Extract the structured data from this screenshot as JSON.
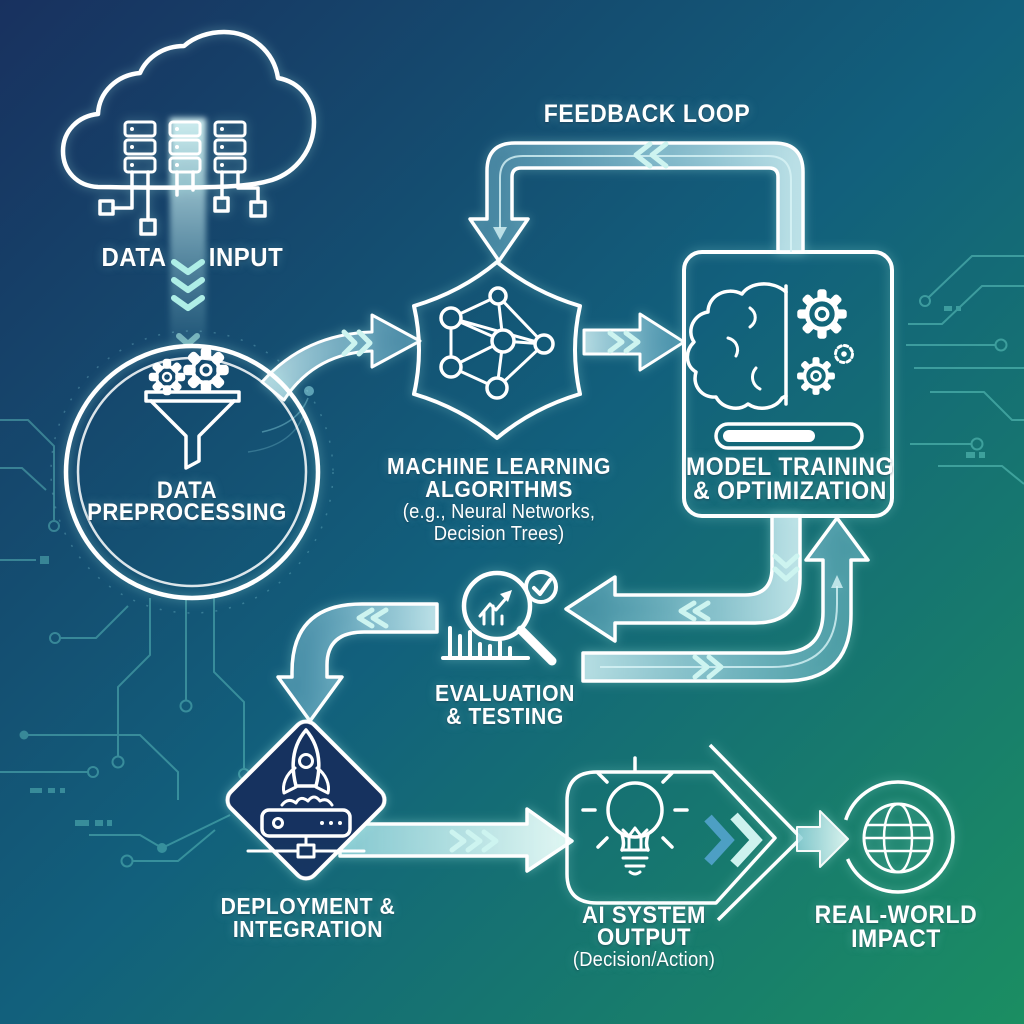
{
  "labels": {
    "data_input": {
      "left": "DATA",
      "right": "INPUT"
    },
    "feedback_loop": "FEEDBACK LOOP",
    "preprocessing": {
      "l1": "DATA",
      "l2": "PREPROCESSING"
    },
    "ml": {
      "l1": "MACHINE LEARNING",
      "l2": "ALGORITHMS",
      "l3": "(e.g., Neural Networks,",
      "l4": "Decision Trees)"
    },
    "model": {
      "l1": "MODEL TRAINING",
      "l2": "& OPTIMIZATION"
    },
    "evaluation": {
      "l1": "EVALUATION",
      "l2": "& TESTING"
    },
    "deployment": {
      "l1": "DEPLOYMENT &",
      "l2": "INTEGRATION"
    },
    "ai_output": {
      "l1": "AI SYSTEM",
      "l2": "OUTPUT",
      "l3": "(Decision/Action)"
    },
    "impact": {
      "l1": "REAL-WORLD",
      "l2": "IMPACT"
    }
  },
  "icons": {
    "data_input": "cloud-data-servers-icon",
    "preprocessing": "funnel-gears-icon",
    "ml_algorithms": "neural-network-icon",
    "model_training": "brain-gears-icon",
    "model_training_progress": "progress-bar",
    "evaluation": "magnifier-chart-check-icon",
    "deployment": "rocket-launch-icon",
    "ai_output": "lightbulb-icon",
    "impact": "globe-icon"
  },
  "colors": {
    "bg_top_left": "#18315f",
    "bg_center": "#12607c",
    "bg_bottom_right": "#1b8e62",
    "stroke": "#ffffff",
    "arrow_fill": "#aadce9",
    "chevron": "#cdf4f0",
    "chevron_blue": "#4d9fc4",
    "circuit": "#6fd9cf"
  }
}
